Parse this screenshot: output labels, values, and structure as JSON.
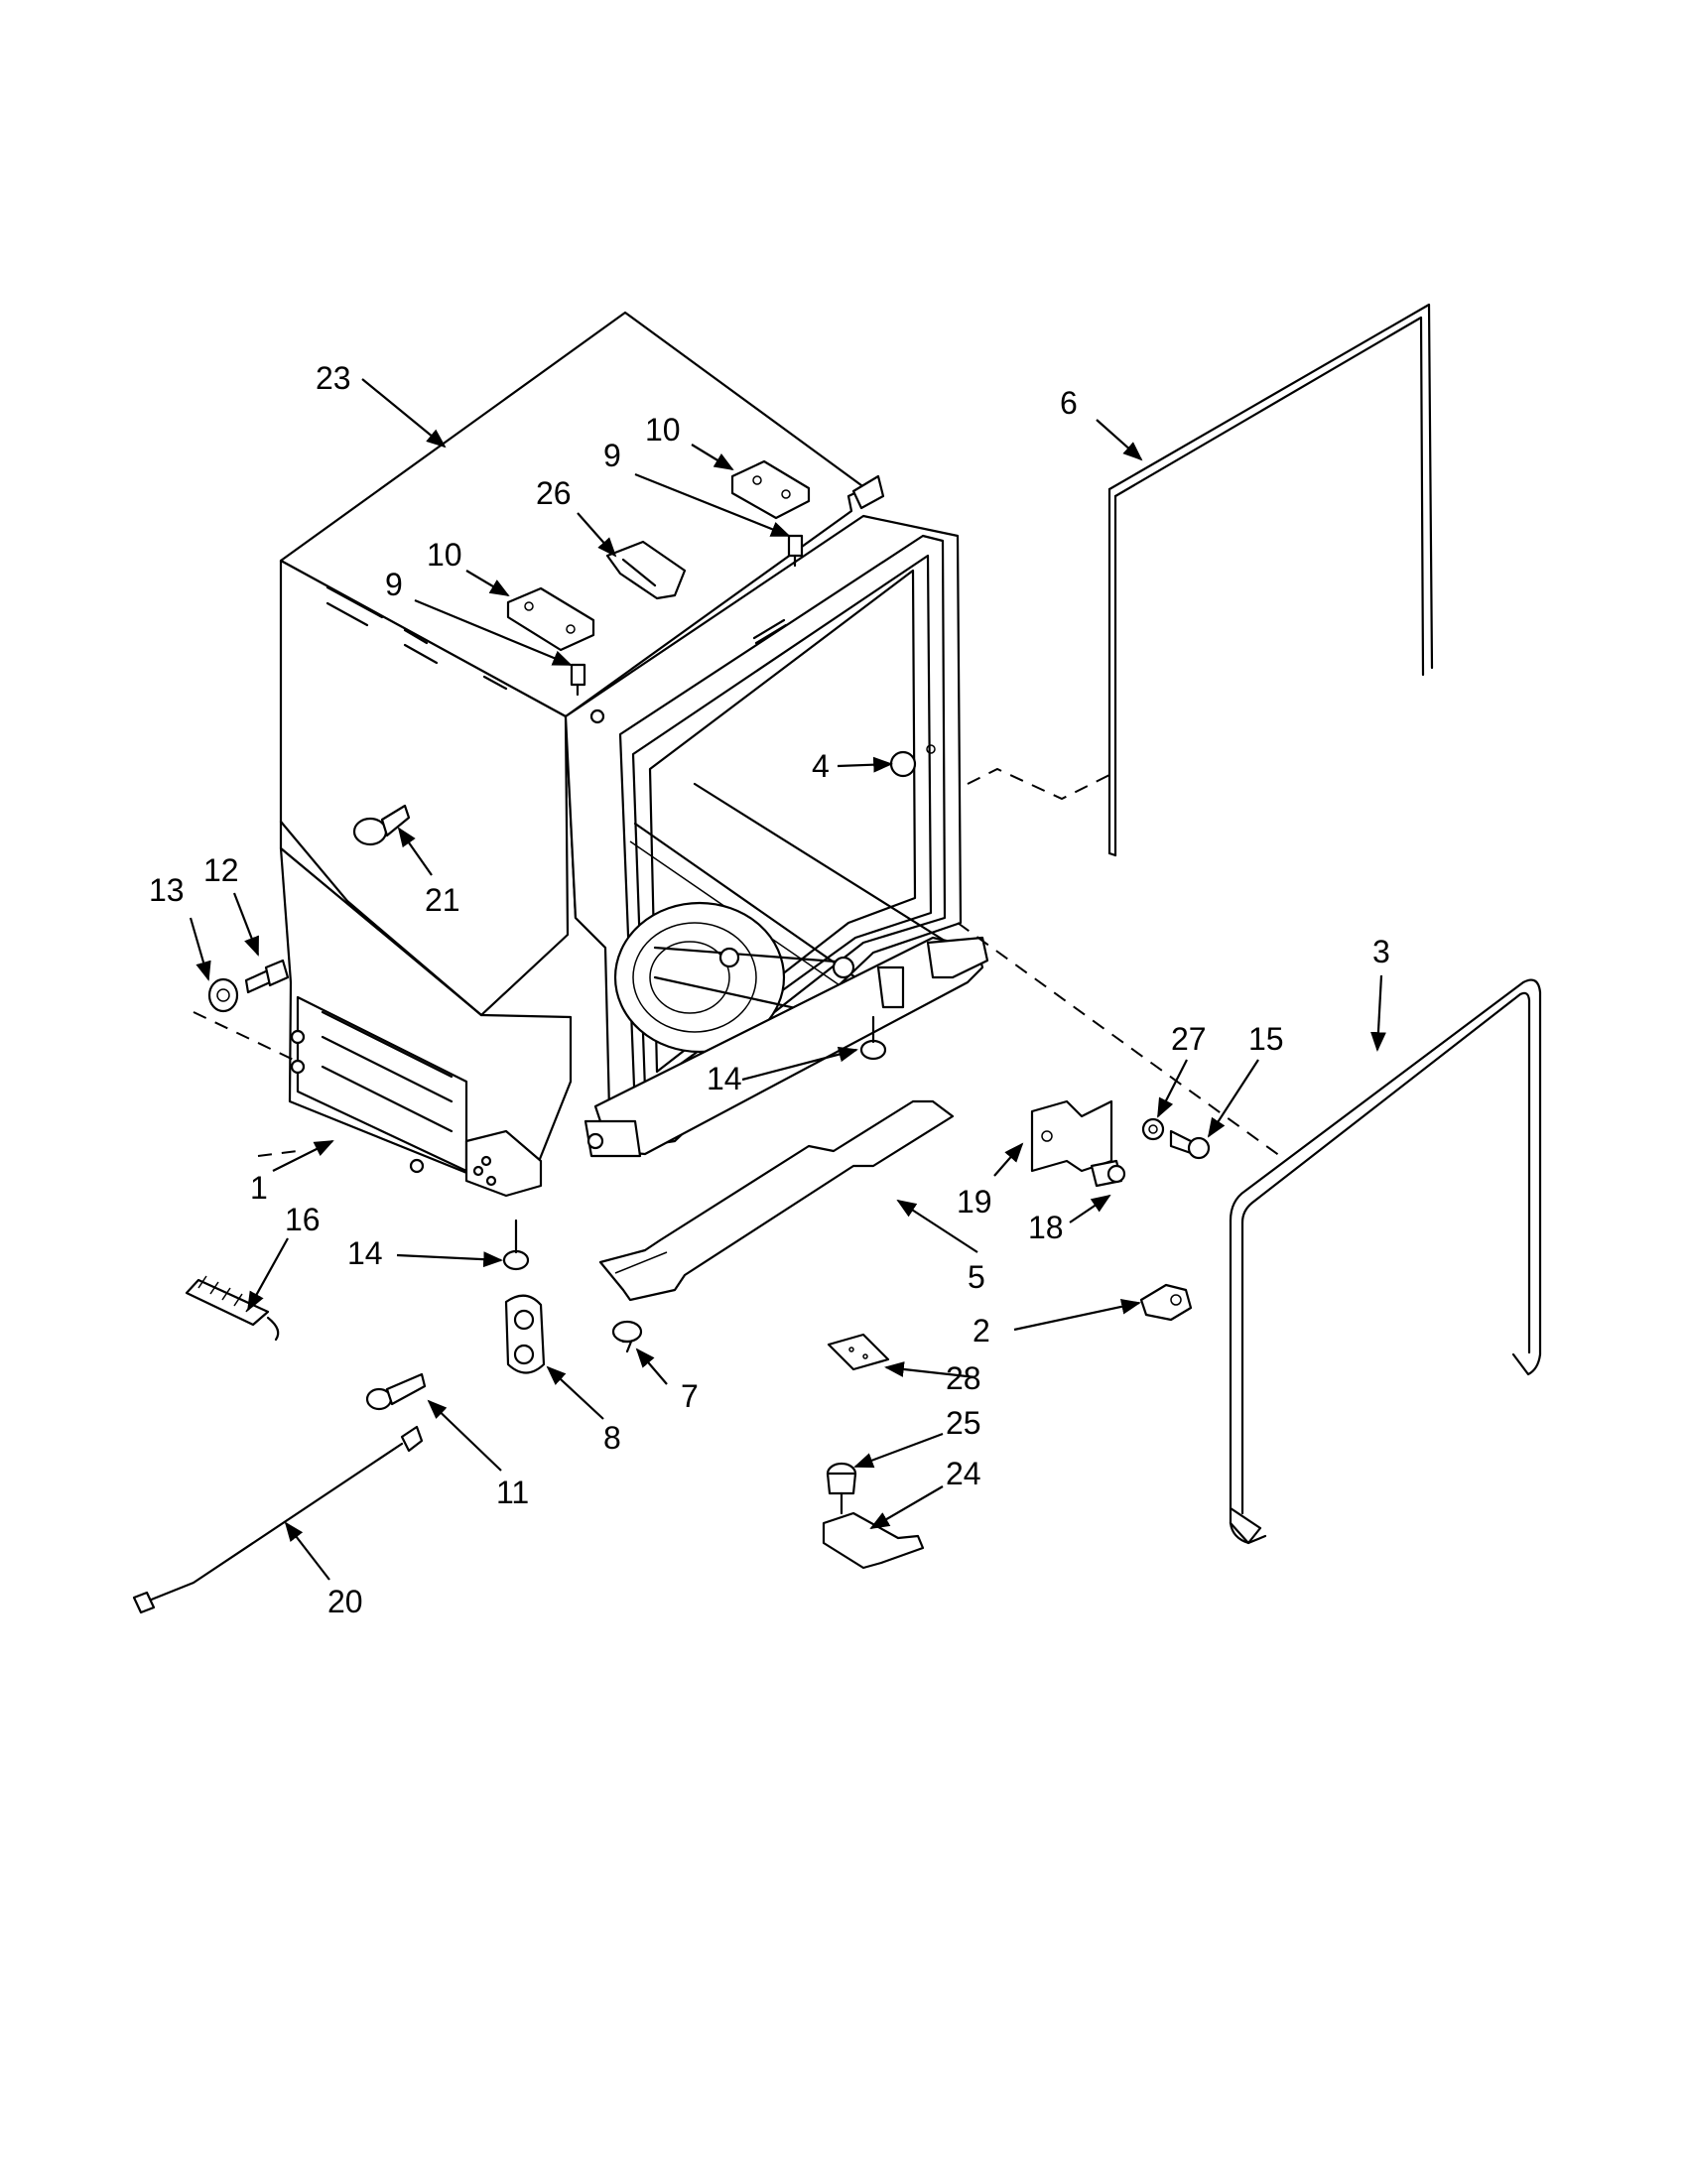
{
  "callouts": [
    {
      "id": "c23",
      "label": "23"
    },
    {
      "id": "c6",
      "label": "6"
    },
    {
      "id": "c10a",
      "label": "10"
    },
    {
      "id": "c9a",
      "label": "9"
    },
    {
      "id": "c26",
      "label": "26"
    },
    {
      "id": "c10b",
      "label": "10"
    },
    {
      "id": "c9b",
      "label": "9"
    },
    {
      "id": "c4",
      "label": "4"
    },
    {
      "id": "c21",
      "label": "21"
    },
    {
      "id": "c13",
      "label": "13"
    },
    {
      "id": "c12",
      "label": "12"
    },
    {
      "id": "c3",
      "label": "3"
    },
    {
      "id": "c27",
      "label": "27"
    },
    {
      "id": "c15",
      "label": "15"
    },
    {
      "id": "c14a",
      "label": "14"
    },
    {
      "id": "c1",
      "label": "1"
    },
    {
      "id": "c16",
      "label": "16"
    },
    {
      "id": "c19",
      "label": "19"
    },
    {
      "id": "c18",
      "label": "18"
    },
    {
      "id": "c5",
      "label": "5"
    },
    {
      "id": "c14b",
      "label": "14"
    },
    {
      "id": "c2",
      "label": "2"
    },
    {
      "id": "c7",
      "label": "7"
    },
    {
      "id": "c28",
      "label": "28"
    },
    {
      "id": "c8",
      "label": "8"
    },
    {
      "id": "c25",
      "label": "25"
    },
    {
      "id": "c24",
      "label": "24"
    },
    {
      "id": "c11",
      "label": "11"
    },
    {
      "id": "c20",
      "label": "20"
    }
  ]
}
